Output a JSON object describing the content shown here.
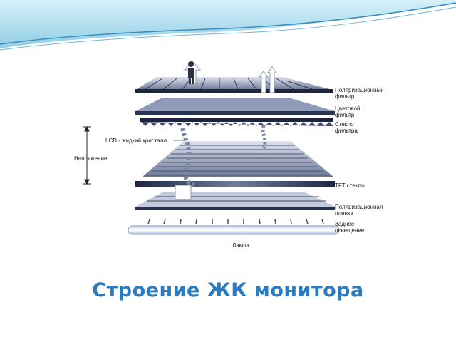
{
  "slide": {
    "title": "Строение ЖК монитора"
  },
  "diagram": {
    "labels": {
      "polarizing_filter": "Поляризационный\nфильтр",
      "color_filter": "Цветовой\nфильтр",
      "filter_glass": "Стекло\nфильтра",
      "lcd": "LCD - жидкий кристалл",
      "voltage": "Напряжение",
      "tft_glass": "TFT стекло",
      "polarizing_film": "Поляризационная\nпленка",
      "backlight": "Заднее\nосвещение",
      "lamp": "Лампа"
    }
  },
  "colors": {
    "title": "#2a7bbf",
    "wave": "#9fd6ea",
    "layer_dark": "#23304a",
    "layer_light": "#b7c0d6"
  }
}
